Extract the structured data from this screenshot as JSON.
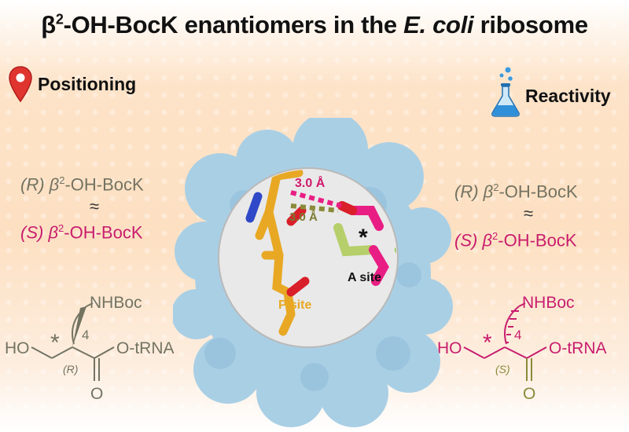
{
  "title": {
    "beta": "β",
    "sup": "2",
    "part1": "-OH-BocK enantiomers in the ",
    "ecoli": "E. coli",
    "part2": " ribosome"
  },
  "left_heading": "Positioning",
  "right_heading": "Reactivity",
  "left": {
    "r_prefix": "(R) ",
    "s_prefix": "(S) ",
    "beta": "β",
    "sup": "2",
    "name": "-OH-BocK",
    "approx": "≈"
  },
  "right": {
    "r_prefix": "(R) ",
    "s_prefix": "(S) ",
    "beta": "β",
    "sup": "2",
    "name": "-OH-BocK",
    "approx": "≈"
  },
  "structure_left": {
    "ho": "HO",
    "nhboc": "NHBoc",
    "sub": "4",
    "star": "*",
    "config": "(R)",
    "otrna": "O-tRNA",
    "o": "O"
  },
  "structure_right": {
    "ho": "HO",
    "nhboc": "NHBoc",
    "sub": "4",
    "star": "*",
    "config": "(S)",
    "otrna": "O-tRNA",
    "o": "O"
  },
  "center": {
    "dist1": "3.0 Å",
    "dist2": "3.0 Å",
    "star": "*",
    "a_site": "A site",
    "p_site": "P site"
  },
  "colors": {
    "gray_text": "#737362",
    "pink_text": "#c81d6e",
    "ribosome": "#a9cfe5",
    "p_site": "#e8a824",
    "pin": "#e0342f",
    "flask": "#2f8fd8"
  },
  "icons": [
    "map-pin-icon",
    "flask-icon"
  ]
}
